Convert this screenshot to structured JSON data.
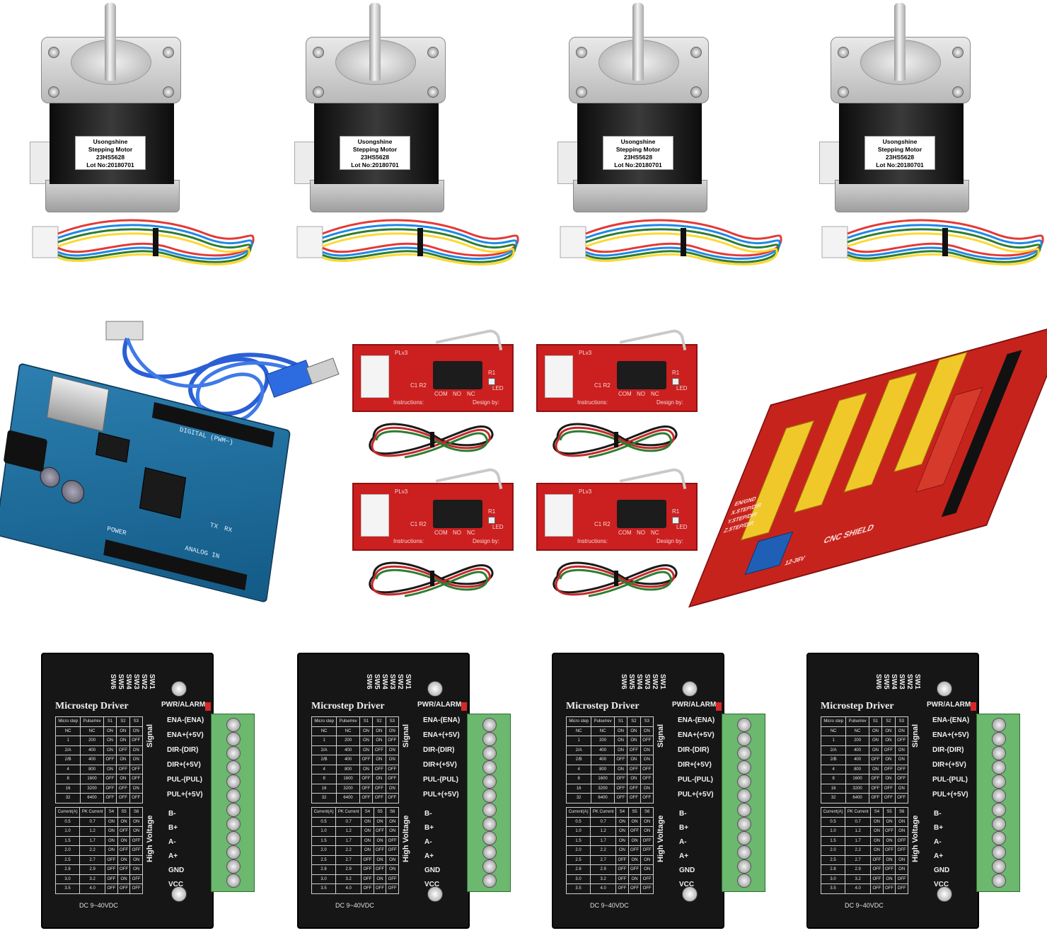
{
  "motor": {
    "brand": "Usongshine",
    "type": "Stepping Motor",
    "model": "23HS5628",
    "lot": "Lot No:20180701"
  },
  "endstop": {
    "plv": "PLv3",
    "cr": "C1 R2",
    "com": "COM",
    "no": "NO",
    "nc": "NC",
    "r1": "R1",
    "led": "LED",
    "instructions": "Instructions:",
    "design": "Design by:"
  },
  "shield": {
    "name": "CNC SHIELD",
    "voltage": "12-36V",
    "labels": [
      "EN/GND",
      "X.STEP/DIR",
      "Y.STEP/DIR",
      "Z.STEP/DIR"
    ]
  },
  "arduino": {
    "digital": "DIGITAL (PWM~)",
    "power": "POWER",
    "analog": "ANALOG IN",
    "tx": "TX",
    "rx": "RX"
  },
  "driver": {
    "title": "Microstep Driver",
    "pwr_alarm": "PWR/ALARM",
    "switches": [
      "SW6",
      "SW5",
      "SW4",
      "SW3",
      "SW2",
      "SW1"
    ],
    "signal_label": "Signal",
    "hv_label": "High Voltage",
    "signals": [
      "ENA-(ENA)",
      "ENA+(+5V)",
      "DIR-(DIR)",
      "DIR+(+5V)",
      "PUL-(PUL)",
      "PUL+(+5V)"
    ],
    "power_pins": [
      "B-",
      "B+",
      "A-",
      "A+",
      "GND",
      "VCC"
    ],
    "dc_range": "DC 9~40VDC",
    "micro_header": [
      "Micro step",
      "Pulse/rev",
      "S1",
      "S2",
      "S3"
    ],
    "micro_rows": [
      [
        "NC",
        "NC",
        "ON",
        "ON",
        "ON"
      ],
      [
        "1",
        "200",
        "ON",
        "ON",
        "OFF"
      ],
      [
        "2/A",
        "400",
        "ON",
        "OFF",
        "ON"
      ],
      [
        "2/B",
        "400",
        "OFF",
        "ON",
        "ON"
      ],
      [
        "4",
        "800",
        "ON",
        "OFF",
        "OFF"
      ],
      [
        "8",
        "1600",
        "OFF",
        "ON",
        "OFF"
      ],
      [
        "16",
        "3200",
        "OFF",
        "OFF",
        "ON"
      ],
      [
        "32",
        "6400",
        "OFF",
        "OFF",
        "OFF"
      ]
    ],
    "current_header": [
      "Current(A)",
      "PK Current",
      "S4",
      "S5",
      "S6"
    ],
    "current_rows": [
      [
        "0.5",
        "0.7",
        "ON",
        "ON",
        "ON"
      ],
      [
        "1.0",
        "1.2",
        "ON",
        "OFF",
        "ON"
      ],
      [
        "1.5",
        "1.7",
        "ON",
        "ON",
        "OFF"
      ],
      [
        "2.0",
        "2.2",
        "ON",
        "OFF",
        "OFF"
      ],
      [
        "2.5",
        "2.7",
        "OFF",
        "ON",
        "ON"
      ],
      [
        "2.8",
        "2.9",
        "OFF",
        "OFF",
        "ON"
      ],
      [
        "3.0",
        "3.2",
        "OFF",
        "ON",
        "OFF"
      ],
      [
        "3.5",
        "4.0",
        "OFF",
        "OFF",
        "OFF"
      ]
    ]
  }
}
